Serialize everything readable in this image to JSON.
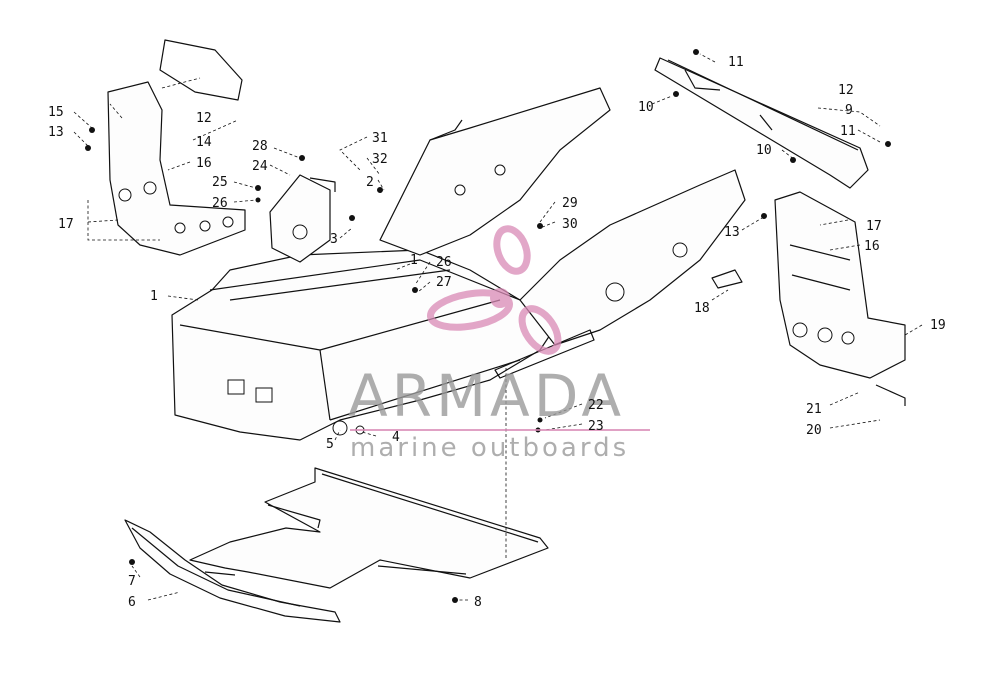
{
  "diagram": {
    "callouts": [
      {
        "id": "c1",
        "text": "1"
      },
      {
        "id": "c1b",
        "text": "1"
      },
      {
        "id": "c2",
        "text": "2"
      },
      {
        "id": "c3",
        "text": "3"
      },
      {
        "id": "c4",
        "text": "4"
      },
      {
        "id": "c5",
        "text": "5"
      },
      {
        "id": "c6",
        "text": "6"
      },
      {
        "id": "c7",
        "text": "7"
      },
      {
        "id": "c8",
        "text": "8"
      },
      {
        "id": "c9",
        "text": "9"
      },
      {
        "id": "c10a",
        "text": "10"
      },
      {
        "id": "c10b",
        "text": "10"
      },
      {
        "id": "c11a",
        "text": "11"
      },
      {
        "id": "c11b",
        "text": "11"
      },
      {
        "id": "c12a",
        "text": "12"
      },
      {
        "id": "c12b",
        "text": "12"
      },
      {
        "id": "c13a",
        "text": "13"
      },
      {
        "id": "c13b",
        "text": "13"
      },
      {
        "id": "c14",
        "text": "14"
      },
      {
        "id": "c15",
        "text": "15"
      },
      {
        "id": "c16a",
        "text": "16"
      },
      {
        "id": "c16b",
        "text": "16"
      },
      {
        "id": "c17a",
        "text": "17"
      },
      {
        "id": "c17b",
        "text": "17"
      },
      {
        "id": "c18",
        "text": "18"
      },
      {
        "id": "c19",
        "text": "19"
      },
      {
        "id": "c20",
        "text": "20"
      },
      {
        "id": "c21",
        "text": "21"
      },
      {
        "id": "c22",
        "text": "22"
      },
      {
        "id": "c23",
        "text": "23"
      },
      {
        "id": "c24",
        "text": "24"
      },
      {
        "id": "c25",
        "text": "25"
      },
      {
        "id": "c26a",
        "text": "26"
      },
      {
        "id": "c26b",
        "text": "26"
      },
      {
        "id": "c27",
        "text": "27"
      },
      {
        "id": "c28",
        "text": "28"
      },
      {
        "id": "c29",
        "text": "29"
      },
      {
        "id": "c30",
        "text": "30"
      },
      {
        "id": "c31",
        "text": "31"
      },
      {
        "id": "c32",
        "text": "32"
      }
    ]
  },
  "watermark": {
    "brand": "ARMADA",
    "tagline": "marine outboards",
    "logo_color": "#d98ab6",
    "text_color": "#9a9a9a"
  }
}
